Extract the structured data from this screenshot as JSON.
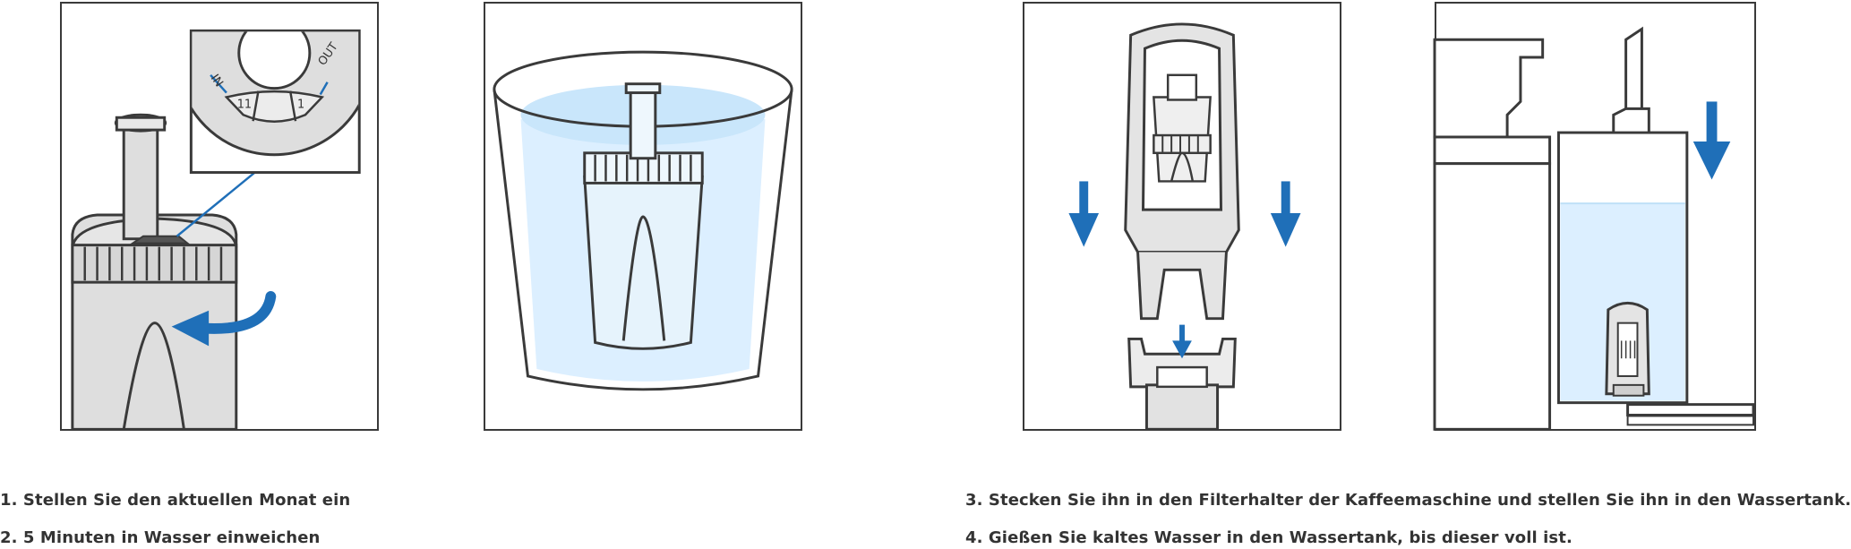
{
  "panels": [
    {
      "id": "set-month",
      "icon": "filter-dial-icon",
      "dial": {
        "in_label": "IN",
        "out_label": "OUT",
        "segments": [
          "11",
          "1"
        ]
      }
    },
    {
      "id": "soak",
      "icon": "glass-of-water-icon"
    },
    {
      "id": "insert-holder",
      "icon": "filter-holder-icon"
    },
    {
      "id": "fill-tank",
      "icon": "water-tank-icon"
    }
  ],
  "steps": [
    {
      "text": "1. Stellen Sie den aktuellen Monat ein"
    },
    {
      "text": "2. 5 Minuten in Wasser einweichen"
    },
    {
      "text": "3. Stecken Sie ihn in den Filterhalter der Kaffeemaschine und stellen Sie ihn in den Wassertank."
    },
    {
      "text": "4. Gießen Sie kaltes Wasser in den Wassertank, bis dieser voll ist."
    }
  ],
  "colors": {
    "arrow": "#1f6fb8",
    "water": "#dcefff",
    "outline": "#3a3a3a",
    "filter_fill": "#dedede"
  }
}
